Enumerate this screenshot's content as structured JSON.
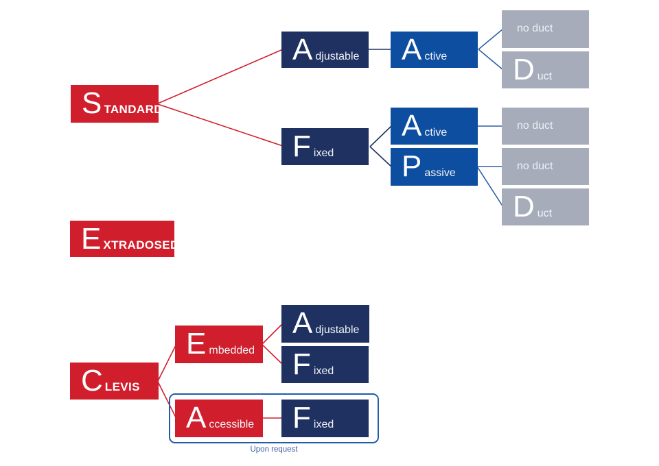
{
  "diagram": {
    "colors": {
      "red": "#d01e2c",
      "navy": "#1e3161",
      "blue": "#0d4ea0",
      "gray": "#a7acbb",
      "line_blue": "#2e5fa3",
      "outline": "#1f5ca9",
      "note_text": "#3f5da6"
    },
    "nodes": {
      "standard": {
        "initial": "S",
        "rest": "TANDARD"
      },
      "adjustable_top": {
        "initial": "A",
        "rest": "djustable"
      },
      "active_top": {
        "initial": "A",
        "rest": "ctive"
      },
      "no_duct_top": {
        "label": "no duct"
      },
      "duct_top": {
        "initial": "D",
        "rest": "uct"
      },
      "fixed_mid": {
        "initial": "F",
        "rest": "ixed"
      },
      "active_mid": {
        "initial": "A",
        "rest": "ctive"
      },
      "passive": {
        "initial": "P",
        "rest": "assive"
      },
      "no_duct_mid1": {
        "label": "no duct"
      },
      "no_duct_mid2": {
        "label": "no duct"
      },
      "duct_mid": {
        "initial": "D",
        "rest": "uct"
      },
      "extradosed": {
        "initial": "E",
        "rest": "XTRADOSED"
      },
      "clevis": {
        "initial": "C",
        "rest": "LEVIS"
      },
      "embedded": {
        "initial": "E",
        "rest": "mbedded"
      },
      "adjustable_bottom": {
        "initial": "A",
        "rest": "djustable"
      },
      "fixed_bottom": {
        "initial": "F",
        "rest": "ixed"
      },
      "accessible": {
        "initial": "A",
        "rest": "ccessible"
      },
      "fixed_accessible": {
        "initial": "F",
        "rest": "ixed"
      }
    },
    "note": {
      "upon_request": "Upon request"
    }
  }
}
